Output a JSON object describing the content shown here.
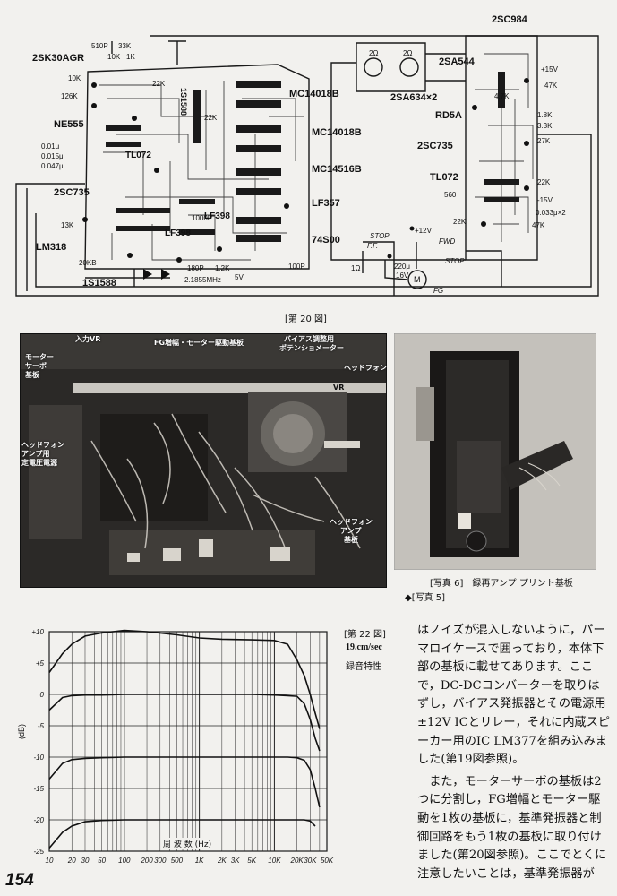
{
  "circuit_left": {
    "labels": [
      "2SK30AGR",
      "NE555",
      "2SC735",
      "LM318",
      "1S1588",
      "MC14018B",
      "MC14018B",
      "MC14516B",
      "LF357",
      "74S00",
      "TL072",
      "LF398",
      "LF398",
      "1S1588"
    ],
    "values": [
      "510P",
      "33K",
      "10K",
      "1K",
      "10K",
      "126K",
      "0.01μ",
      "0.015μ",
      "0.047μ",
      "13K",
      "20KB",
      "22K",
      "180P",
      "1.2K",
      "2.1855MHz",
      "5V",
      "100P",
      "1000P",
      "22K"
    ]
  },
  "circuit_right": {
    "labels": [
      "2SC984",
      "2SA544",
      "2SA634×2",
      "RD5A",
      "2SC735",
      "TL072"
    ],
    "values": [
      "2Ω",
      "2Ω",
      "+15V",
      "47K",
      "4.7K",
      "1.8K",
      "3.3K",
      "27K",
      "22K",
      "-15V",
      "0.033μ×2",
      "47K",
      "560",
      "22K",
      "STOP",
      "F.F.",
      "+12V",
      "FWD",
      "STOP",
      "1Ω",
      "220μ",
      "16V",
      "M",
      "FG"
    ]
  },
  "fig20_caption": "[第 20 図]",
  "photo5": {
    "labels": [
      "入力VR",
      "FG増幅・モーター駆動基板",
      "バイアス調整用",
      "ポテンショメーター",
      "モーター",
      "サーボ",
      "基板",
      "ヘッドフォン",
      "VR",
      "ヘッドフォン",
      "アンプ用",
      "定電圧電源",
      "ヘッドフォン",
      "アンプ",
      "基板"
    ]
  },
  "photo6_caption": "[写真 6]　録再アンプ プリント基板",
  "photo5_ref": "◆[写真 5]",
  "fig22": {
    "label": "[第 22 図]",
    "speed": "19.cm/sec",
    "title": "録音特性"
  },
  "chart_data": {
    "type": "line",
    "title": "",
    "xlabel": "周 波 数 (Hz)",
    "ylabel": "(dB)",
    "xscale": "log",
    "xlim": [
      10,
      50000
    ],
    "ylim": [
      -25,
      10
    ],
    "x_ticks": [
      "10",
      "20",
      "30",
      "50",
      "100",
      "200",
      "300",
      "500",
      "1K",
      "2K",
      "3K",
      "5K",
      "10K",
      "20K",
      "30K",
      "50K"
    ],
    "y_ticks": [
      "+10",
      "+5",
      "0",
      "-5",
      "-10",
      "-15",
      "-20",
      "-25"
    ],
    "series": [
      {
        "x": [
          10,
          15,
          20,
          30,
          50,
          70,
          100,
          200,
          500,
          1000,
          2000,
          5000,
          10000,
          15000,
          20000,
          25000,
          30000,
          35000,
          40000
        ],
        "y": [
          3.5,
          6.5,
          8,
          9.3,
          9.8,
          10,
          10.2,
          10,
          9.5,
          9,
          8.8,
          8.7,
          8.6,
          8,
          5.5,
          3,
          0,
          -3,
          -5.5
        ]
      },
      {
        "x": [
          10,
          15,
          20,
          30,
          50,
          100,
          200,
          500,
          1000,
          2000,
          5000,
          10000,
          15000,
          20000,
          25000,
          30000,
          35000,
          40000
        ],
        "y": [
          -2.5,
          -0.5,
          -0.2,
          -0.1,
          -0.1,
          0,
          0,
          0,
          0,
          0,
          0,
          -0.1,
          -0.2,
          -0.3,
          -1.5,
          -4,
          -7,
          -9
        ]
      },
      {
        "x": [
          10,
          15,
          20,
          30,
          50,
          100,
          200,
          500,
          1000,
          2000,
          5000,
          10000,
          15000,
          20000,
          25000,
          30000,
          35000,
          40000
        ],
        "y": [
          -13.5,
          -11,
          -10.4,
          -10.2,
          -10.1,
          -10,
          -10,
          -10,
          -10,
          -10,
          -10,
          -10,
          -10,
          -10.1,
          -10.5,
          -12,
          -15,
          -18
        ]
      },
      {
        "x": [
          10,
          15,
          20,
          30,
          50,
          100,
          200,
          500,
          1000,
          2000,
          5000,
          10000,
          15000,
          20000,
          25000,
          30000,
          35000
        ],
        "y": [
          -24.5,
          -22,
          -21,
          -20.3,
          -20.1,
          -20,
          -20,
          -20,
          -20,
          -20,
          -20,
          -20,
          -20,
          -20,
          -20,
          -20.2,
          -21
        ]
      }
    ]
  },
  "body_text": [
    "はノイズが混入しないように，パーマロイケースで囲っており，本体下部の基板に載せてあります。ここで，DC-DCコンバーターを取りはずし，バイアス発振器とその電源用±12V ICとリレー，それに内蔵スピーカー用のIC LM377を組み込みました(第19図参照)。",
    "また，モーターサーボの基板は2つに分割し，FG増幅とモーター駆動を1枚の基板に，基準発振器と制御回路をもう1枚の基板に取り付けました(第20図参照)。ここでとくに注意したいことは，基準発振器が"
  ],
  "page_number": "154"
}
